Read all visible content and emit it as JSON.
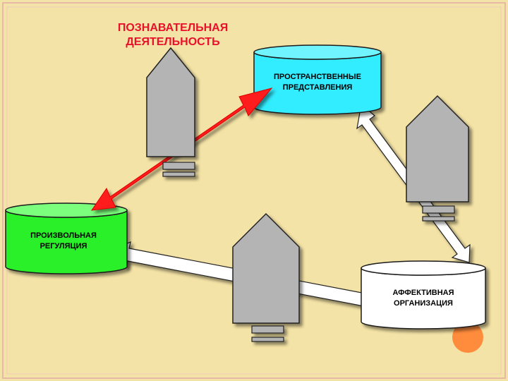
{
  "title": {
    "line1": "ПОЗНАВАТЕЛЬНАЯ",
    "line2": "ДЕЯТЕЛЬНОСТЬ"
  },
  "nodes": {
    "spatial": {
      "line1": "ПРОСТРАНСТВЕННЫЕ",
      "line2": "ПРЕДСТАВЛЕНИЯ",
      "color": "#33ecff"
    },
    "voluntary": {
      "line1": "ПРОИЗВОЛЬНАЯ",
      "line2": "РЕГУЛЯЦИЯ",
      "color": "#2af02a"
    },
    "affective": {
      "line1": "АФФЕКТИВНАЯ",
      "line2": "ОРГАНИЗАЦИЯ",
      "color": "#ffffff"
    }
  },
  "colors": {
    "background": "#f4e3a6",
    "red_arrow": "#ff1a1a",
    "grey_arrow": "#b4b4b4",
    "title": "#e8102a",
    "accent_circle": "#ff8c3c"
  }
}
